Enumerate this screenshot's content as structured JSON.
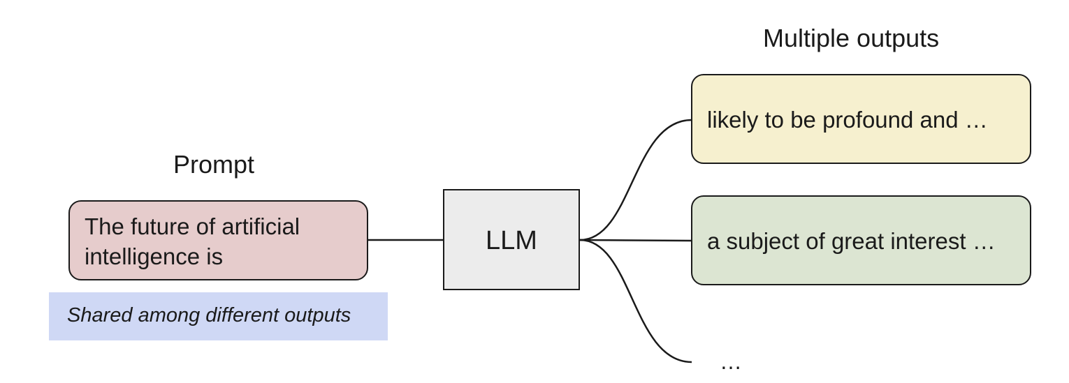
{
  "prompt": {
    "heading": "Prompt",
    "text_line1": "The future of artificial",
    "text_line2": "intelligence is",
    "fill": "#e6cccc"
  },
  "shared_note": {
    "text": "Shared among different outputs",
    "fill": "#cfd8f5"
  },
  "model": {
    "label": "LLM",
    "fill": "#ececec"
  },
  "outputs": {
    "heading": "Multiple outputs",
    "items": [
      {
        "text": "likely to be profound and …",
        "fill": "#f6f0cf"
      },
      {
        "text": "a subject of great interest …",
        "fill": "#dce5d2"
      }
    ],
    "more": "…"
  },
  "colors": {
    "stroke": "#1a1a1a",
    "background": "#ffffff"
  }
}
